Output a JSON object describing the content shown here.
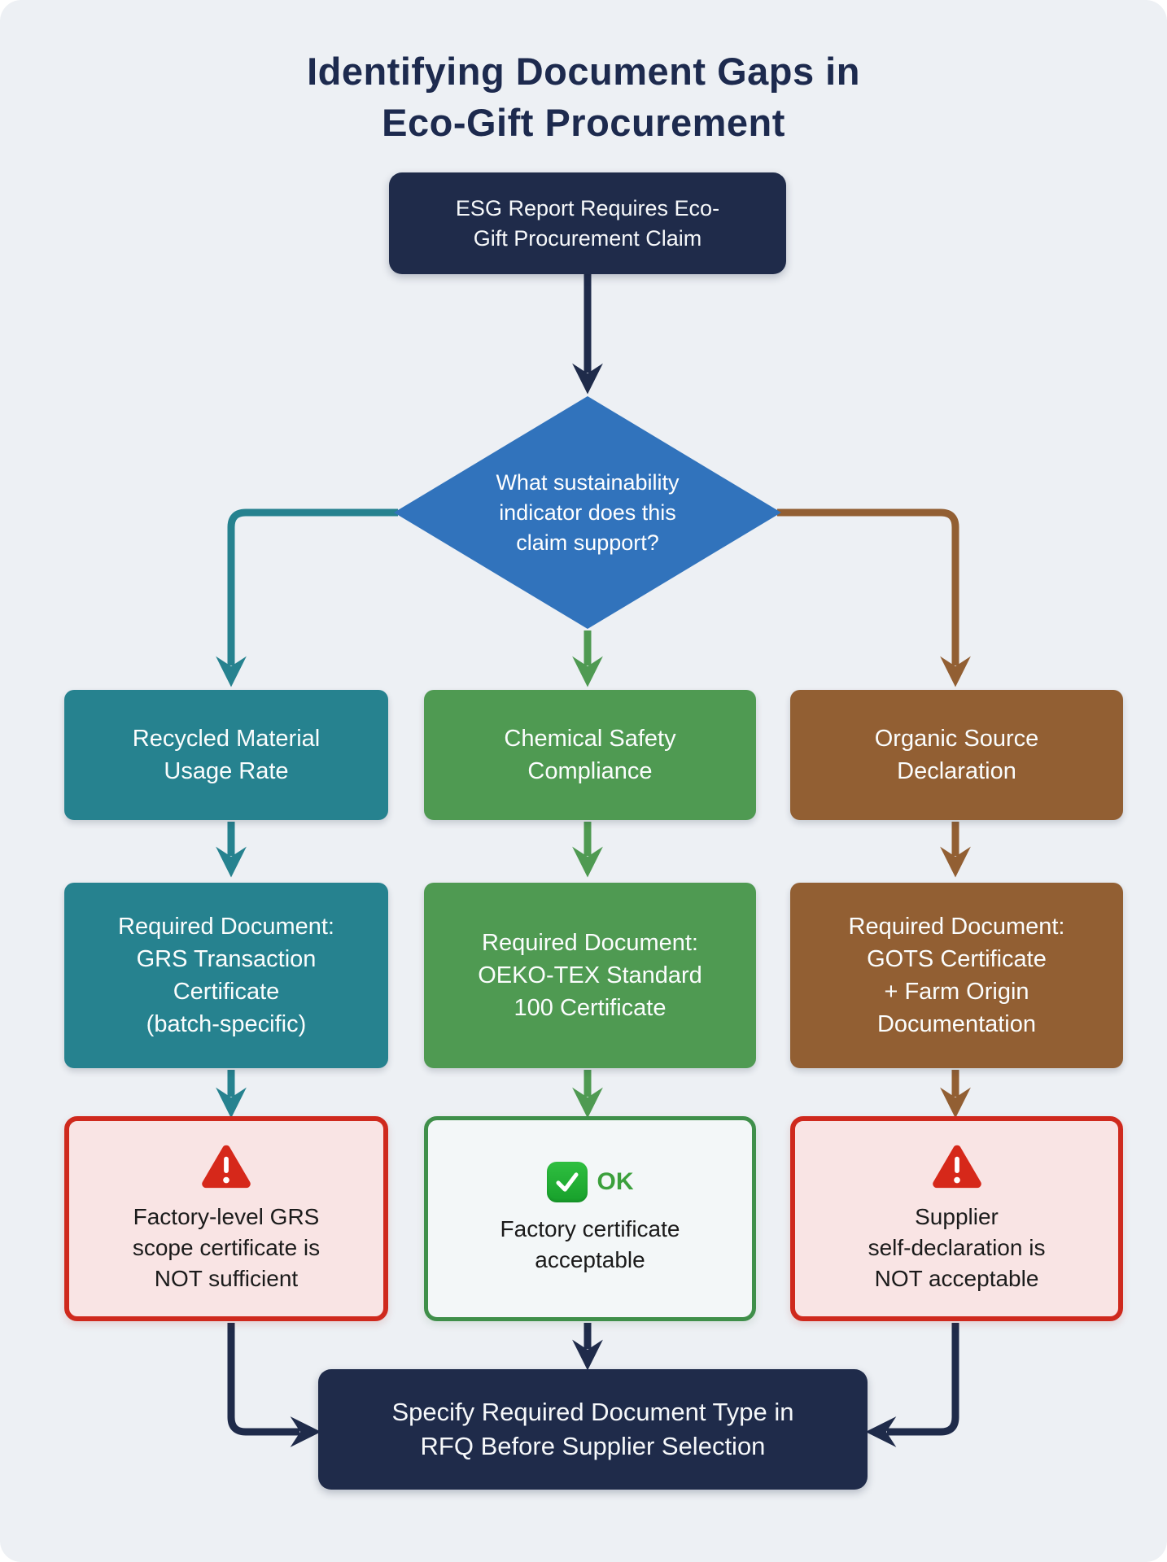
{
  "title": "Identifying Document Gaps in\nEco-Gift Procurement",
  "flowchart": {
    "start": {
      "label": "ESG Report Requires Eco-\nGift Procurement Claim"
    },
    "decision": {
      "label": "What sustainability\nindicator does this\nclaim support?"
    },
    "branches": [
      {
        "id": "recycled-material",
        "color": "#26828f",
        "indicator": "Recycled Material\nUsage Rate",
        "required_document": "Required Document:\nGRS Transaction\nCertificate\n(batch-specific)",
        "outcome": {
          "status": "warning",
          "label": "Factory-level GRS\nscope certificate is\nNOT sufficient"
        }
      },
      {
        "id": "chemical-safety",
        "color": "#4f9a52",
        "indicator": "Chemical Safety\nCompliance",
        "required_document": "Required Document:\nOEKO-TEX Standard\n100 Certificate",
        "outcome": {
          "status": "ok",
          "badge": "OK",
          "label": "Factory certificate\nacceptable"
        }
      },
      {
        "id": "organic-source",
        "color": "#925f33",
        "indicator": "Organic Source\nDeclaration",
        "required_document": "Required Document:\nGOTS Certificate\n+ Farm Origin\nDocumentation",
        "outcome": {
          "status": "warning",
          "label": "Supplier\nself-declaration is\nNOT acceptable"
        }
      }
    ],
    "end": {
      "label": "Specify Required Document Type in\nRFQ Before Supplier Selection"
    }
  },
  "colors": {
    "background": "#edf0f4",
    "title_text": "#1d2a4e",
    "navy_node": "#1f2b4a",
    "decision_blue": "#3173bc",
    "teal_branch": "#26828f",
    "green_branch": "#4f9a52",
    "brown_branch": "#925f33",
    "alert_border_red": "#cf291d",
    "alert_bg_pink": "#f9e4e4",
    "warning_icon_red": "#d6281a",
    "ok_border_green": "#3f8f4a",
    "ok_text_green": "#3ba03c",
    "check_icon_green": "#21ab38"
  }
}
